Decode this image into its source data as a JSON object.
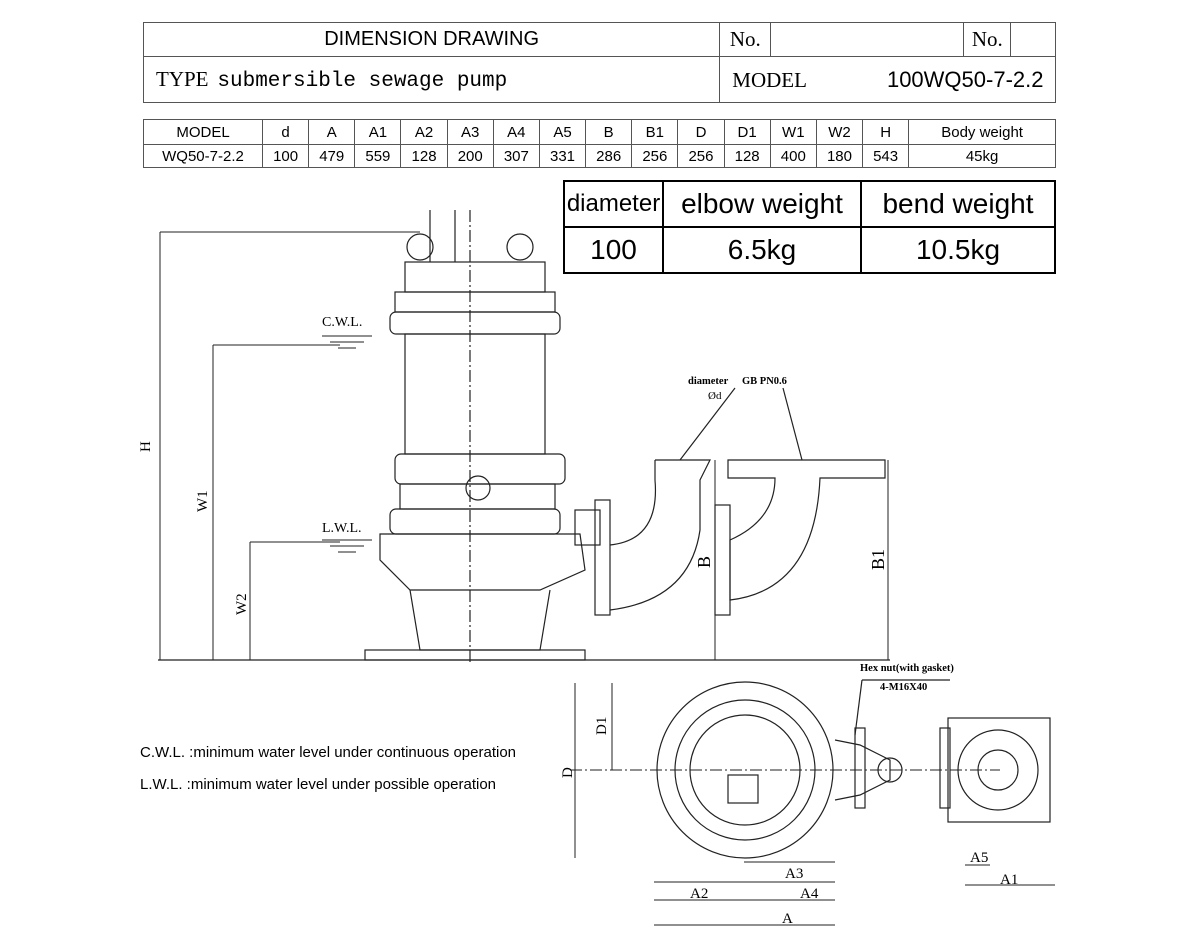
{
  "header": {
    "title": "DIMENSION DRAWING",
    "no_label_1": "No.",
    "no_value_1": "",
    "no_label_2": "No.",
    "no_value_2": "",
    "type_label": "TYPE",
    "type_value": "submersible sewage pump",
    "model_label": "MODEL",
    "model_value": "100WQ50-7-2.2"
  },
  "spec_table": {
    "columns": [
      "MODEL",
      "d",
      "A",
      "A1",
      "A2",
      "A3",
      "A4",
      "A5",
      "B",
      "B1",
      "D",
      "D1",
      "W1",
      "W2",
      "H",
      "Body weight"
    ],
    "rows": [
      [
        "WQ50-7-2.2",
        "100",
        "479",
        "559",
        "128",
        "200",
        "307",
        "331",
        "286",
        "256",
        "256",
        "128",
        "400",
        "180",
        "543",
        "45kg"
      ]
    ]
  },
  "weight_table": {
    "columns": [
      "diameter",
      "elbow weight",
      "bend weight"
    ],
    "row": [
      "100",
      "6.5kg",
      "10.5kg"
    ]
  },
  "drawing": {
    "cwl": "C.W.L.",
    "lwl": "L.W.L.",
    "H": "H",
    "W1": "W1",
    "W2": "W2",
    "B": "B",
    "B1": "B1",
    "D": "D",
    "D1": "D1",
    "A": "A",
    "A1": "A1",
    "A2": "A2",
    "A3": "A3",
    "A4": "A4",
    "A5": "A5",
    "flange_std": "GB PN0.6",
    "flange_dia": "diameter",
    "od": "Ød",
    "hex_nut": "Hex nut(with gasket)",
    "bolt": "4-M16X40"
  },
  "notes": [
    "C.W.L. :minimum water level under continuous operation",
    "L.W.L. :minimum water level under possible operation"
  ]
}
